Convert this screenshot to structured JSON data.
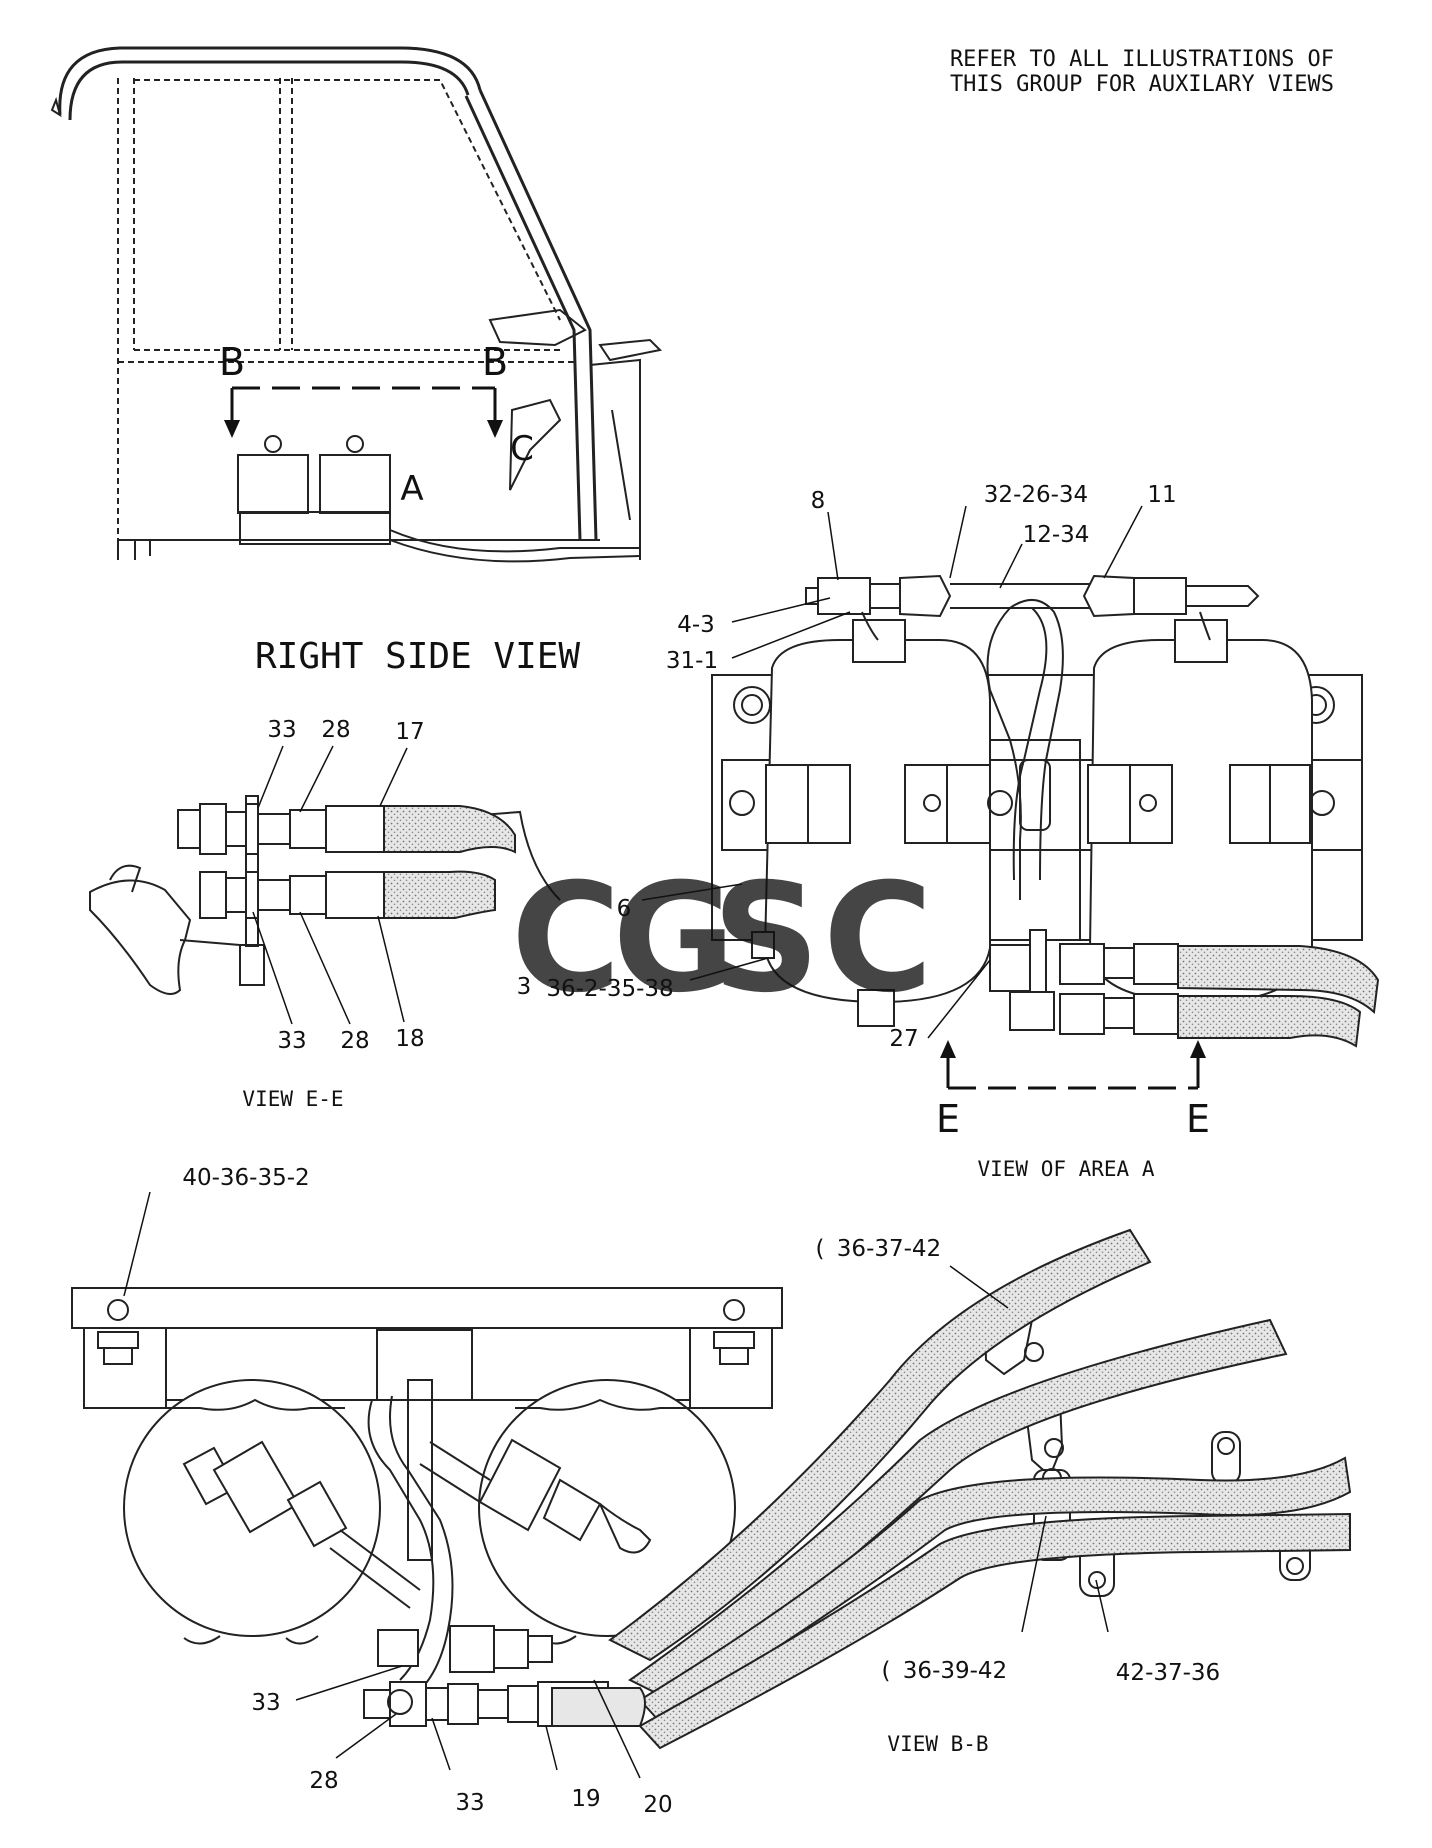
{
  "note": {
    "line1": "REFER TO ALL ILLUSTRATIONS OF",
    "line2": "THIS GROUP FOR AUXILARY VIEWS"
  },
  "titles": {
    "right_side_view": "RIGHT SIDE VIEW",
    "view_ee": "VIEW E-E",
    "view_area_a": "VIEW OF AREA A",
    "view_bb": "VIEW B-B"
  },
  "section_letters": {
    "b": "B",
    "c": "C",
    "a": "A",
    "e": "E"
  },
  "callouts": {
    "ee": {
      "c33_top": "33",
      "c28_top": "28",
      "c17": "17",
      "c33_bot": "33",
      "c28_bot": "28",
      "c18": "18"
    },
    "area_a": {
      "c8": "8",
      "c32_26_34": "32-26-34",
      "c11": "11",
      "c12_34": "12-34",
      "c4_3": "4-3",
      "c31_1": "31-1",
      "c6": "6",
      "c36_2_35_38": "36-2-35-38",
      "c27": "27",
      "c36_prefix": "3"
    },
    "bb": {
      "c40_36_35_2": "40-36-35-2",
      "c36_37_42": "36-37-42",
      "c36_37_42_prefix": "(",
      "c36_39_42": "36-39-42",
      "c36_39_42_prefix": "(",
      "c42_37_36": "42-37-36",
      "c33a": "33",
      "c28": "28",
      "c33b": "33",
      "c19": "19",
      "c20": "20"
    }
  },
  "watermark": {
    "letters": [
      "C",
      "G",
      "S",
      "C"
    ],
    "colors": [
      "#5b8ef5",
      "#f07b72",
      "#f7c948",
      "#43b87f"
    ]
  }
}
